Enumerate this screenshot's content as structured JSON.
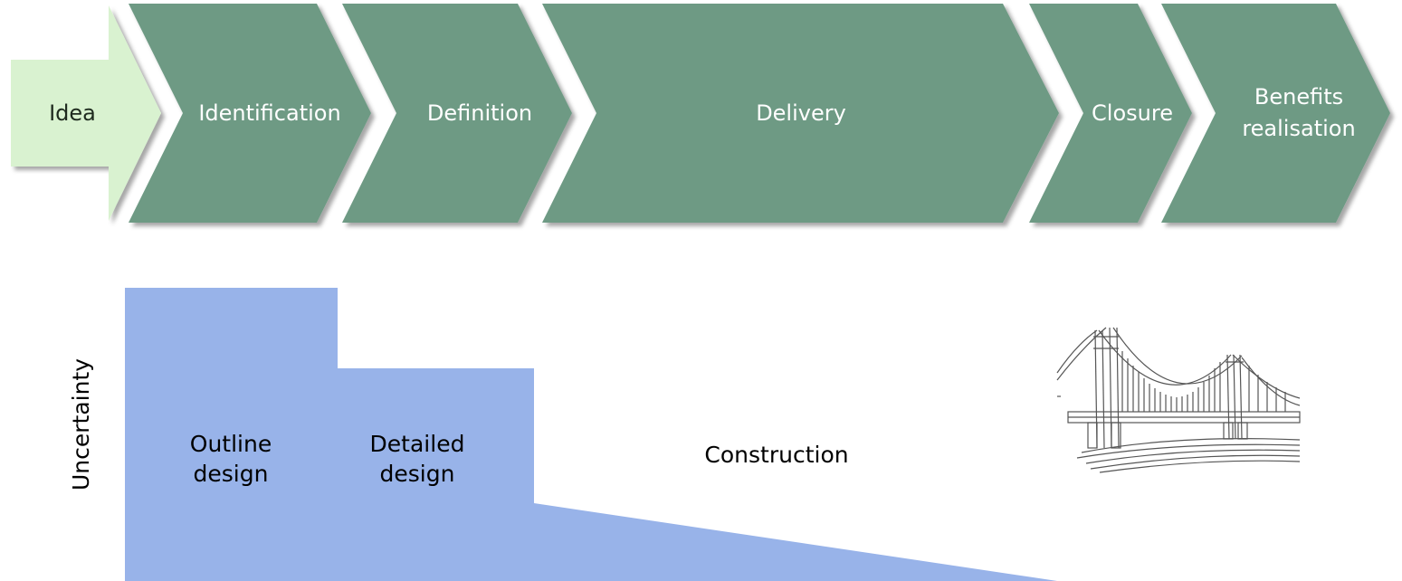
{
  "stages": {
    "idea": "Idea",
    "identification": "Identification",
    "definition": "Definition",
    "delivery": "Delivery",
    "closure": "Closure",
    "benefits": "Benefits\nrealisation"
  },
  "phases": {
    "outline": "Outline\ndesign",
    "detailed": "Detailed\ndesign",
    "construction": "Construction"
  },
  "axis": {
    "uncertainty": "Uncertainty"
  },
  "colors": {
    "chevron": "#6e9a84",
    "idea_arrow": "#d9f2d0",
    "uncertainty_fill": "#98b3e9",
    "shadow": "#9aa59a"
  },
  "illustration": {
    "icon": "suspension-bridge-icon"
  }
}
